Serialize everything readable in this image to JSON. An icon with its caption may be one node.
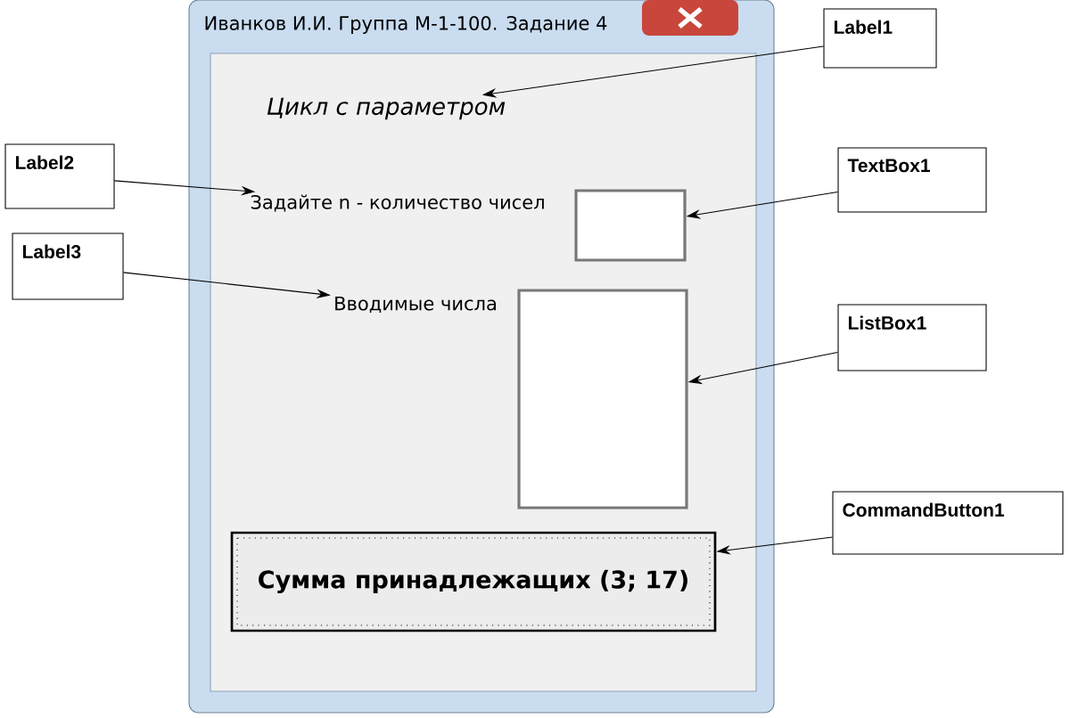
{
  "diagram": {
    "nodes": [
      {
        "text": [
          "Иванков И.И. Группа М-1-100. Задание 4"
        ]
      },
      {
        "text": [
          "Цикл с параметром"
        ],
        "in": 0
      },
      {
        "text": [
          "Задайте n - количество чисел"
        ],
        "in": 0
      },
      {
        "text": [],
        "shape": "box",
        "in": 0
      },
      {
        "text": [
          "Вводимые числа"
        ],
        "in": 0
      },
      {
        "text": [],
        "shape": "box",
        "in": 0
      },
      {
        "text": [
          "Сумма принадлежащих (3; 17)"
        ],
        "in": 0
      },
      {
        "text": [
          "Label1"
        ]
      },
      {
        "text": [
          "Label2"
        ]
      },
      {
        "text": [
          "TextBox1"
        ]
      },
      {
        "text": [
          "Label3"
        ]
      },
      {
        "text": [
          "ListBox1"
        ]
      },
      {
        "text": [
          "CommandButton1"
        ]
      }
    ],
    "edges": [
      {
        "from": 7,
        "to": 1,
        "arrow": "to"
      },
      {
        "from": 8,
        "to": 2,
        "arrow": "to"
      },
      {
        "from": 9,
        "to": 3,
        "arrow": "to"
      },
      {
        "from": 10,
        "to": 4,
        "arrow": "to"
      },
      {
        "from": 11,
        "to": 5,
        "arrow": "to"
      },
      {
        "from": 12,
        "to": 6,
        "arrow": "to"
      }
    ]
  }
}
